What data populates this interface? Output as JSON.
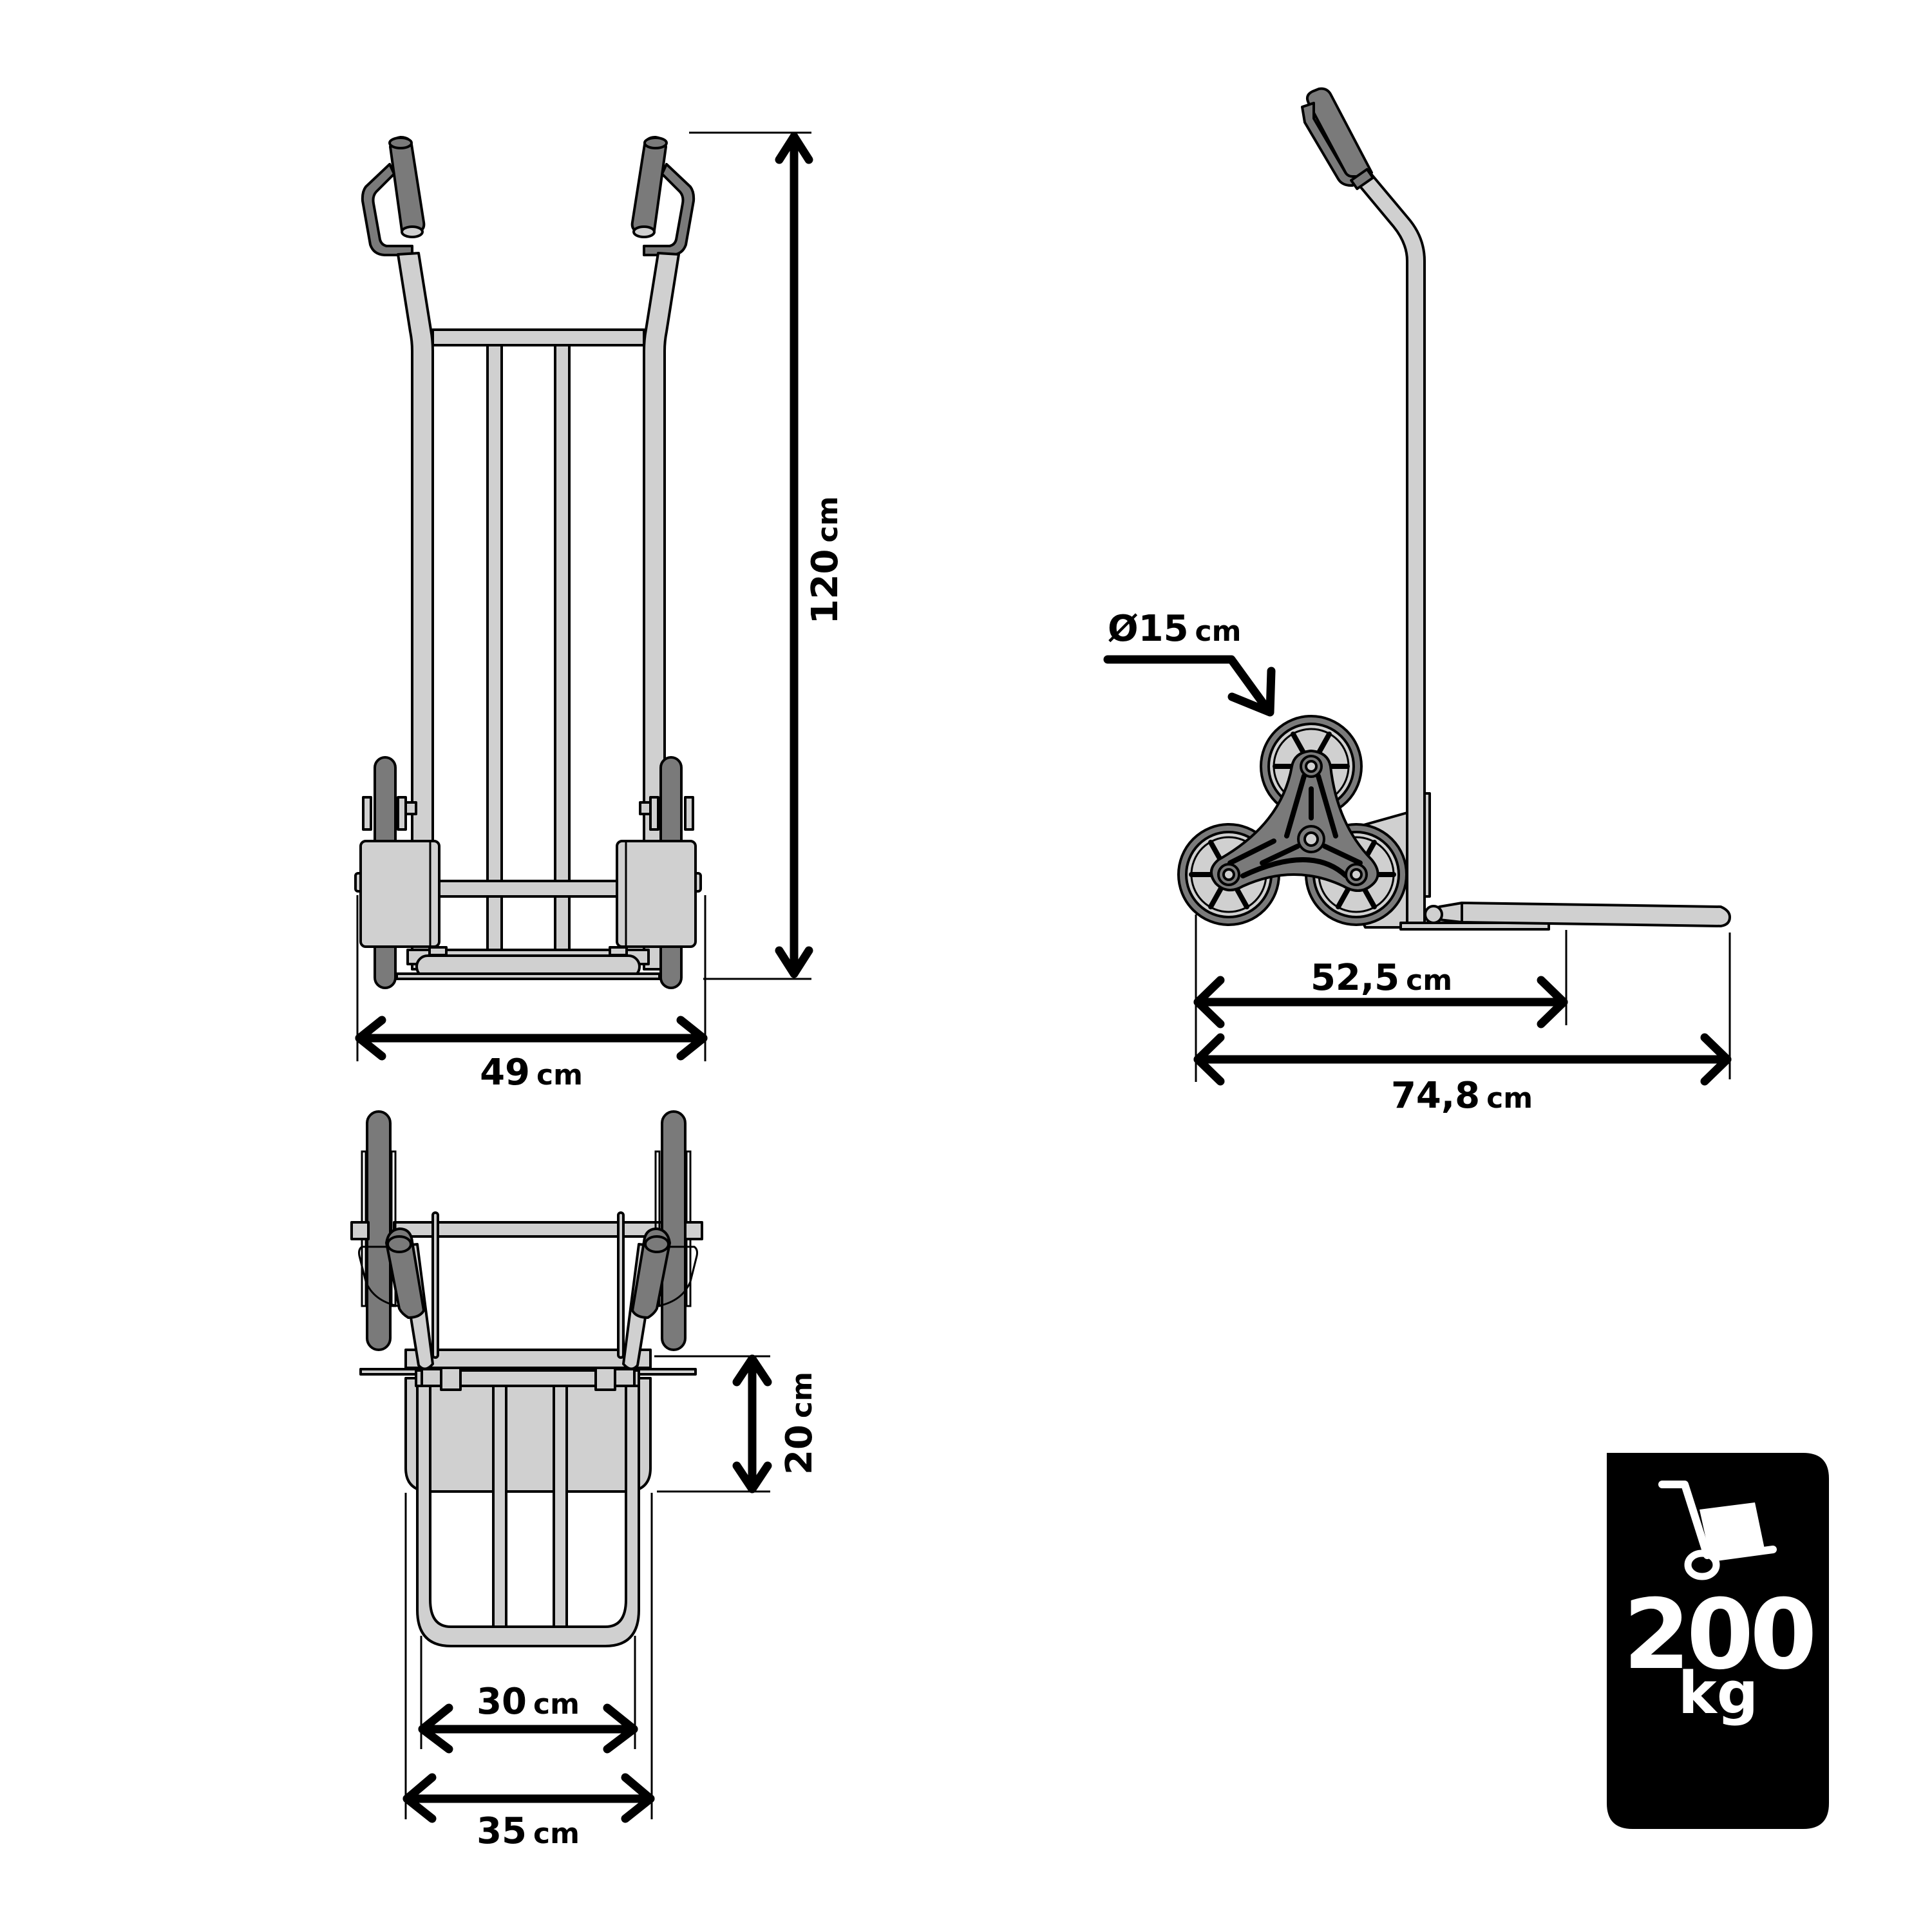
{
  "figure": {
    "title": "Stair-climbing hand truck dimensional drawing",
    "colors": {
      "frame": "#d0d0d0",
      "grip": "#7a7a7a",
      "outline": "#000000",
      "badge_bg": "#000000",
      "badge_fg": "#ffffff"
    }
  },
  "front_view": {
    "height": {
      "value": "120",
      "unit": "cm"
    },
    "width": {
      "value": "49",
      "unit": "cm"
    }
  },
  "side_view": {
    "wheel_diameter": {
      "prefix": "Ø",
      "value": "15",
      "unit": "cm"
    },
    "wheelbase_to_plate": {
      "value": "52,5",
      "unit": "cm"
    },
    "total_depth": {
      "value": "74,8",
      "unit": "cm"
    }
  },
  "top_view": {
    "plate_depth": {
      "value": "20",
      "unit": "cm"
    },
    "plate_inner_width": {
      "value": "30",
      "unit": "cm"
    },
    "plate_outer_width": {
      "value": "35",
      "unit": "cm"
    }
  },
  "capacity_badge": {
    "icon": "hand-truck-icon",
    "value": "200",
    "unit": "kg"
  }
}
